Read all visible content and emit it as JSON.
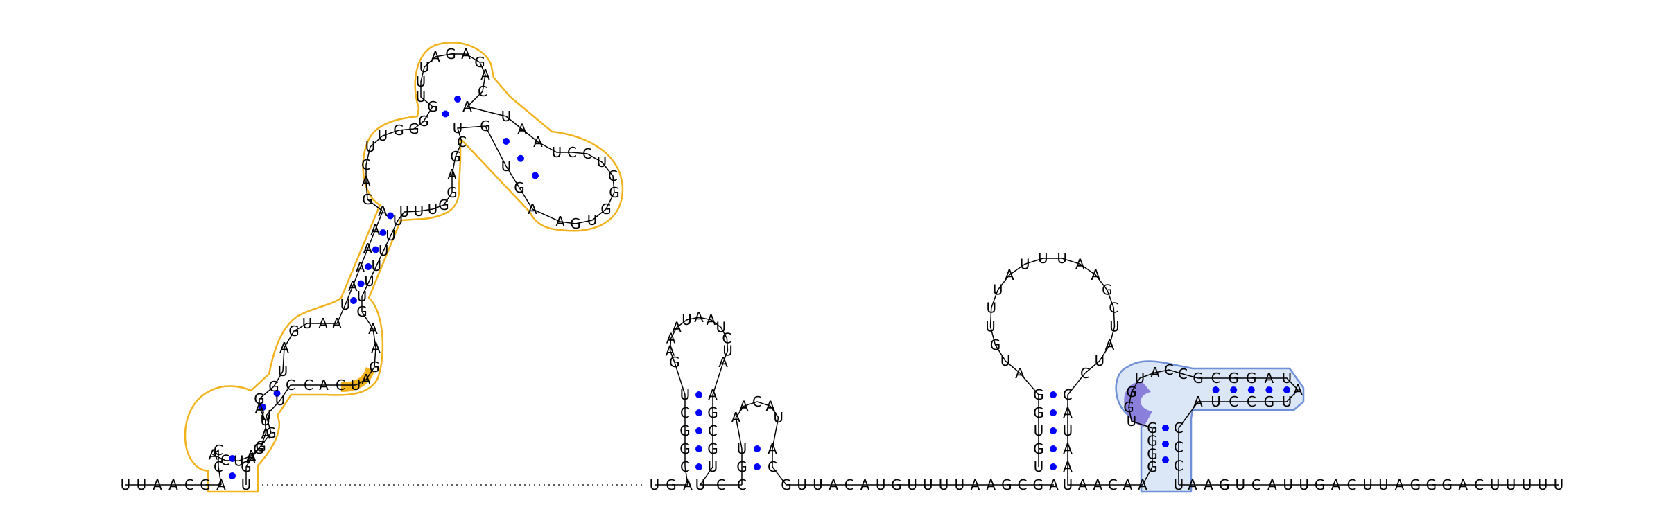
{
  "colors": {
    "background": "#ffffff",
    "nucleotide_text": "#000000",
    "backbone": "#000000",
    "base_pair_dot": "#0000ff",
    "region1_outline": "#f2b21c",
    "region1_fill": "#ffffff",
    "region1_highlight": "#f2b21c",
    "region2_outline": "#6f8fd6",
    "region2_fill": "#dbe7f7",
    "region2_highlight": "#8a80dc"
  },
  "structure": {
    "left_tail": [
      "U",
      "U",
      "A",
      "A",
      "C",
      "G",
      "A"
    ],
    "right_tail": [
      "A",
      "A",
      "G",
      "U",
      "C",
      "A",
      "U",
      "U",
      "G",
      "A",
      "C",
      "U",
      "U",
      "A",
      "G",
      "G",
      "G",
      "A",
      "C",
      "U",
      "U",
      "U",
      "U",
      "U"
    ],
    "spacers": {
      "after_gap": [
        "U",
        "G",
        "A"
      ],
      "between_h2_h3": [
        "U",
        "C",
        "C"
      ],
      "after_h3": [
        "G",
        "U",
        "U",
        "A",
        "C",
        "A",
        "U",
        "G",
        "U",
        "U",
        "U",
        "U",
        "A",
        "A",
        "G",
        "C",
        "G",
        "A"
      ],
      "after_h4": [
        "U",
        "A",
        "A",
        "C",
        "A",
        "A"
      ]
    },
    "region1": {
      "stem1_left": [
        "C",
        "C"
      ],
      "loop1": [
        "A",
        "C",
        "U",
        "A",
        "G",
        "A",
        "U",
        "A"
      ],
      "stem2_left": [
        "G",
        "G"
      ],
      "internal1_left": [
        "U",
        "A",
        "G",
        "U",
        "A",
        "A"
      ],
      "stem3_left": [
        "U",
        "A",
        "A",
        "A",
        "A",
        "A"
      ],
      "internal2_left": [
        "G",
        "A",
        "C",
        "U",
        "U",
        "G",
        "G"
      ],
      "stem4_left": [
        "G",
        "G"
      ],
      "loop_top": [
        "U",
        "U",
        "U",
        "A",
        "G",
        "A",
        "G",
        "A"
      ],
      "stem4_right": [
        "C",
        "A"
      ],
      "stem5_left": [
        "U",
        "A",
        "A"
      ],
      "loop_right": [
        "U",
        "C",
        "C",
        "U",
        "C",
        "G",
        "G",
        "U",
        "G",
        "A"
      ],
      "stem5_right": [
        "A",
        "G",
        "U"
      ],
      "internal2_right": [
        "G",
        "U",
        "C",
        "G",
        "A",
        "G",
        "G",
        "U",
        "U",
        "U"
      ],
      "stem3_right": [
        "U",
        "U",
        "U",
        "U",
        "U",
        "U"
      ],
      "internal1_right": [
        "G",
        "A",
        "A",
        "G",
        "A",
        "U",
        "C",
        "A",
        "C",
        "C"
      ],
      "stem2_right": [
        "U",
        "U"
      ],
      "loop1_right": [
        "G",
        "G",
        "A"
      ],
      "stem1_right": [
        "G",
        "U"
      ]
    },
    "h2": {
      "stem_left": [
        "C",
        "G",
        "G",
        "C",
        "U"
      ],
      "loop": [
        "G",
        "A",
        "A",
        "A",
        "U",
        "A",
        "A",
        "U",
        "C",
        "U",
        "A"
      ],
      "stem_right": [
        "A",
        "G",
        "C",
        "G",
        "U"
      ]
    },
    "h3": {
      "stem_left": [
        "G",
        "U"
      ],
      "loop": [
        "A",
        "A",
        "C",
        "A",
        "U"
      ],
      "stem_right": [
        "A",
        "C"
      ]
    },
    "h4": {
      "stem_left": [
        "U",
        "G",
        "U",
        "G",
        "G"
      ],
      "loop": [
        "A",
        "U",
        "G",
        "U",
        "U",
        "U",
        "A",
        "U",
        "U",
        "U",
        "A",
        "A",
        "G",
        "C",
        "U",
        "A",
        "U",
        "C"
      ],
      "stem_right": [
        "C",
        "A",
        "U",
        "A",
        "A"
      ]
    },
    "region2": {
      "stem_left": [
        "G",
        "G",
        "G",
        "G"
      ],
      "loop_left": [
        "U",
        "G",
        "G",
        "U",
        "A",
        "C",
        "C"
      ],
      "inner_stem_top": [
        "G",
        "C",
        "G",
        "G",
        "A",
        "U"
      ],
      "inner_loop": [
        "A"
      ],
      "inner_stem_bottom": [
        "U",
        "G",
        "C",
        "C",
        "U",
        "A"
      ],
      "stem_right": [
        "C",
        "C",
        "C",
        "U"
      ]
    }
  }
}
